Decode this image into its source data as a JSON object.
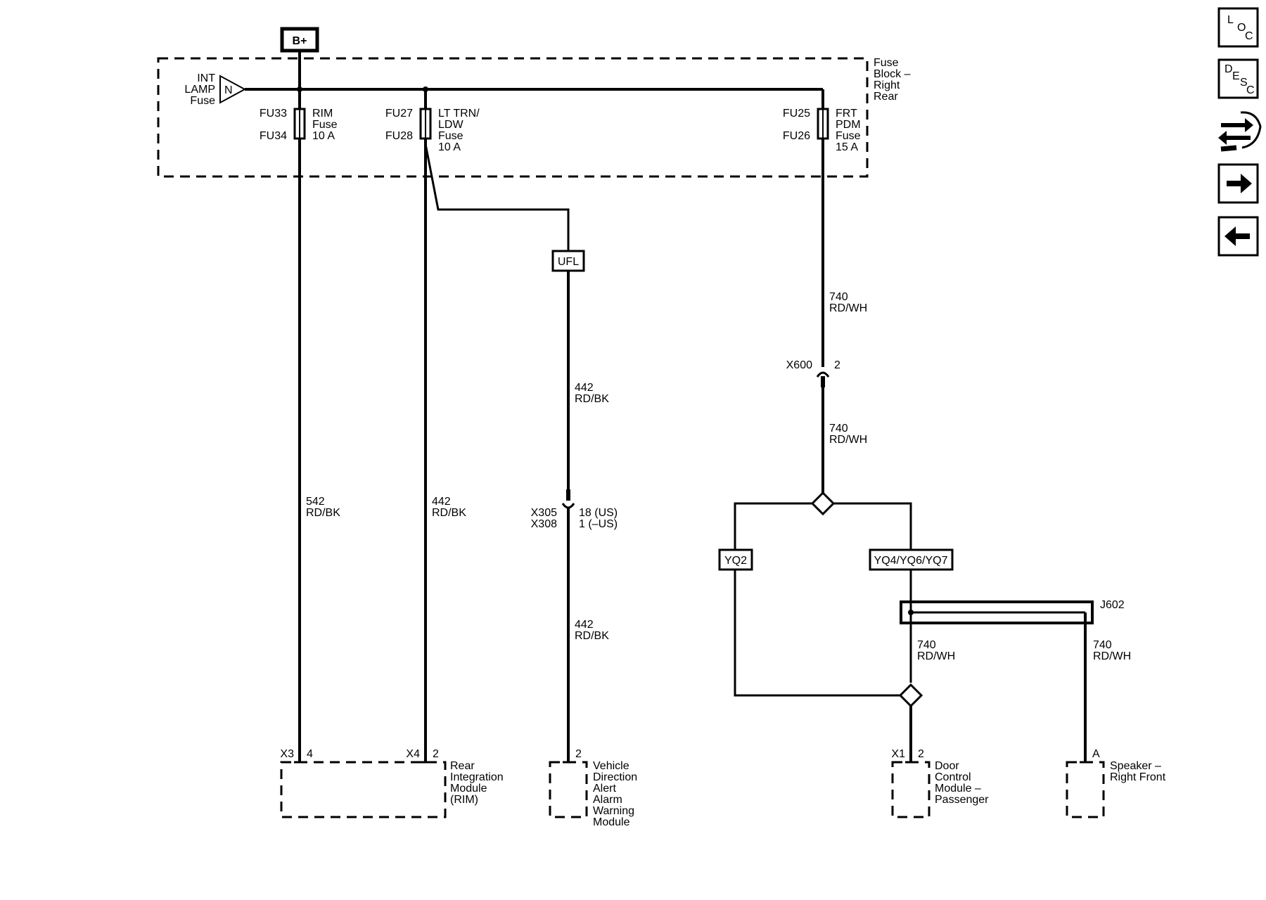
{
  "power": {
    "battery": "B+"
  },
  "fuse_block": {
    "name_lines": [
      "Fuse",
      "Block –",
      "Right",
      "Rear"
    ],
    "int_lamp_lines": [
      "INT",
      "LAMP",
      "Fuse"
    ],
    "int_lamp_symbol": "N",
    "fuses": [
      {
        "ids": [
          "FU33",
          "FU34"
        ],
        "lines": [
          "RIM",
          "Fuse",
          "10 A"
        ]
      },
      {
        "ids": [
          "FU27",
          "FU28"
        ],
        "lines": [
          "LT TRN/",
          "LDW",
          "Fuse",
          "10 A"
        ]
      },
      {
        "ids": [
          "FU25",
          "FU26"
        ],
        "lines": [
          "FRT",
          "PDM",
          "Fuse",
          "15 A"
        ]
      }
    ]
  },
  "options": {
    "ufl": "UFL",
    "yq2": "YQ2",
    "yq4": "YQ4/YQ6/YQ7"
  },
  "wires": {
    "rim": [
      "542",
      "RD/BK"
    ],
    "ltrn": [
      "442",
      "RD/BK"
    ],
    "vda_upper": [
      "442",
      "RD/BK"
    ],
    "vda_lower": [
      "442",
      "RD/BK"
    ],
    "frt_upper": [
      "740",
      "RD/WH"
    ],
    "frt_lower": [
      "740",
      "RD/WH"
    ],
    "dcm": [
      "740",
      "RD/WH"
    ],
    "spk": [
      "740",
      "RD/WH"
    ]
  },
  "connectors": {
    "x600": {
      "name": "X600",
      "pin": "2"
    },
    "x305": {
      "names": [
        "X305",
        "X308"
      ],
      "pins": [
        "18 (US)",
        "1 (–US)"
      ]
    },
    "j602": "J602"
  },
  "components": {
    "rim": {
      "lines": [
        "Rear",
        "Integration",
        "Module",
        "(RIM)"
      ],
      "pins": [
        [
          "X3",
          "4"
        ],
        [
          "X4",
          "2"
        ]
      ]
    },
    "vda": {
      "lines": [
        "Vehicle",
        "Direction",
        "Alert",
        "Alarm",
        "Warning",
        "Module"
      ],
      "pin": "2"
    },
    "dcm": {
      "lines": [
        "Door",
        "Control",
        "Module –",
        "Passenger"
      ],
      "conn": "X1",
      "pin": "2"
    },
    "spk": {
      "lines": [
        "Speaker –",
        "Right Front"
      ],
      "pin": "A"
    }
  },
  "nav": {
    "loc": [
      "L",
      "O",
      "C"
    ],
    "desc": [
      "D",
      "E",
      "S",
      "C"
    ],
    "icons": [
      "connector-end-view-icon",
      "next-page-arrow-icon",
      "previous-page-arrow-icon"
    ]
  }
}
